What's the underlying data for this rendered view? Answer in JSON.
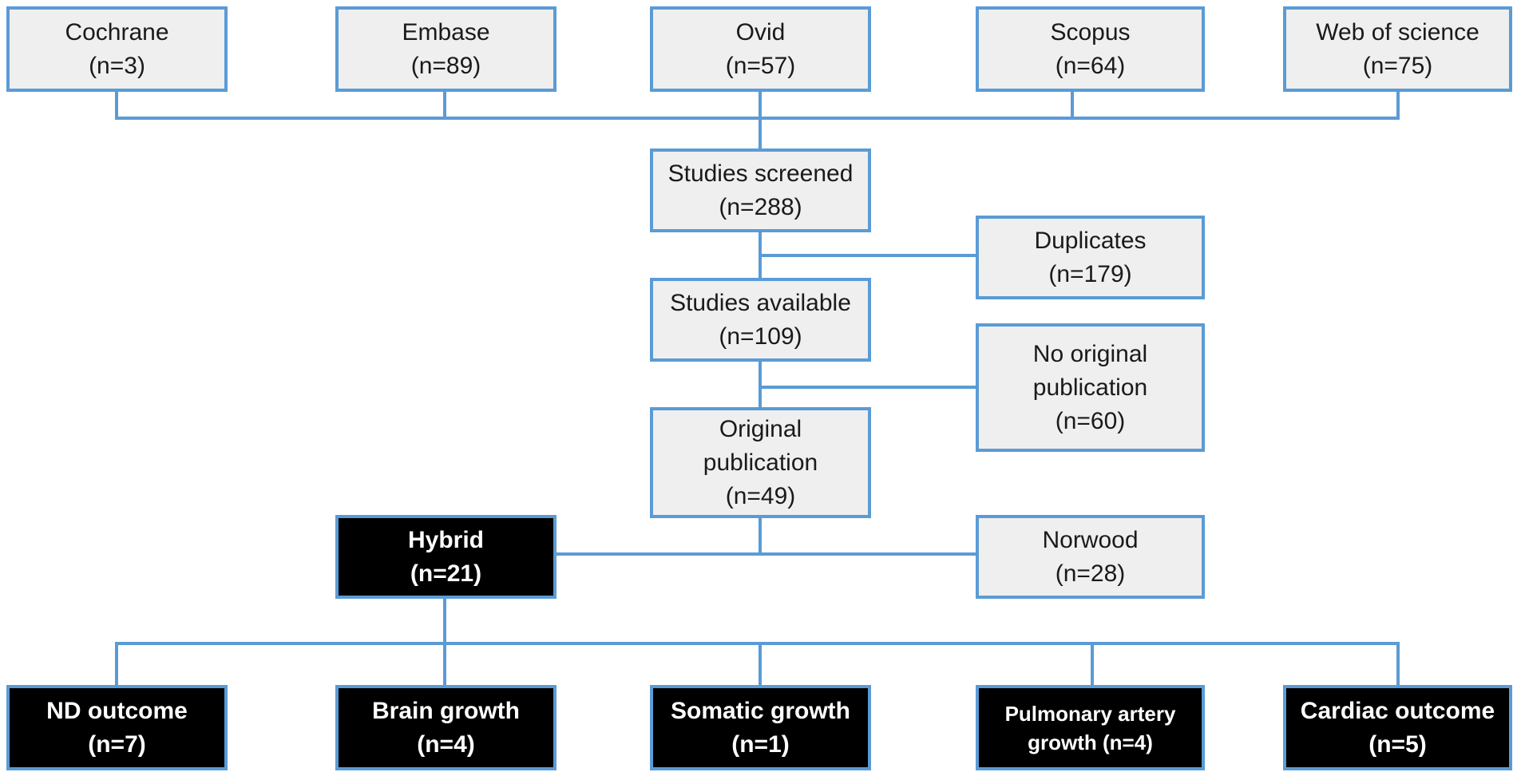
{
  "sources": [
    {
      "name": "Cochrane",
      "count": "(n=3)"
    },
    {
      "name": "Embase",
      "count": "(n=89)"
    },
    {
      "name": "Ovid",
      "count": "(n=57)"
    },
    {
      "name": "Scopus",
      "count": "(n=64)"
    },
    {
      "name": "Web of science",
      "count": "(n=75)"
    }
  ],
  "flow": {
    "screened": {
      "label": "Studies screened",
      "count": "(n=288)"
    },
    "duplicates": {
      "label": "Duplicates",
      "count": "(n=179)"
    },
    "available": {
      "label": "Studies available",
      "count": "(n=109)"
    },
    "no_original": {
      "line1": "No original",
      "line2": "publication",
      "count": "(n=60)"
    },
    "original": {
      "line1": "Original",
      "line2": "publication",
      "count": "(n=49)"
    },
    "hybrid": {
      "label": "Hybrid",
      "count": "(n=21)"
    },
    "norwood": {
      "label": "Norwood",
      "count": "(n=28)"
    }
  },
  "outcomes": [
    {
      "label": "ND outcome",
      "count": "(n=7)"
    },
    {
      "label": "Brain growth",
      "count": "(n=4)"
    },
    {
      "label": "Somatic growth",
      "count": "(n=1)"
    },
    {
      "line1": "Pulmonary artery",
      "line2": "growth (n=4)"
    },
    {
      "label": "Cardiac outcome",
      "count": "(n=5)"
    }
  ],
  "colors": {
    "border": "#5b9bd5",
    "connector": "#5b9bd5",
    "light_fill": "#efefef",
    "dark_fill": "#000000"
  }
}
